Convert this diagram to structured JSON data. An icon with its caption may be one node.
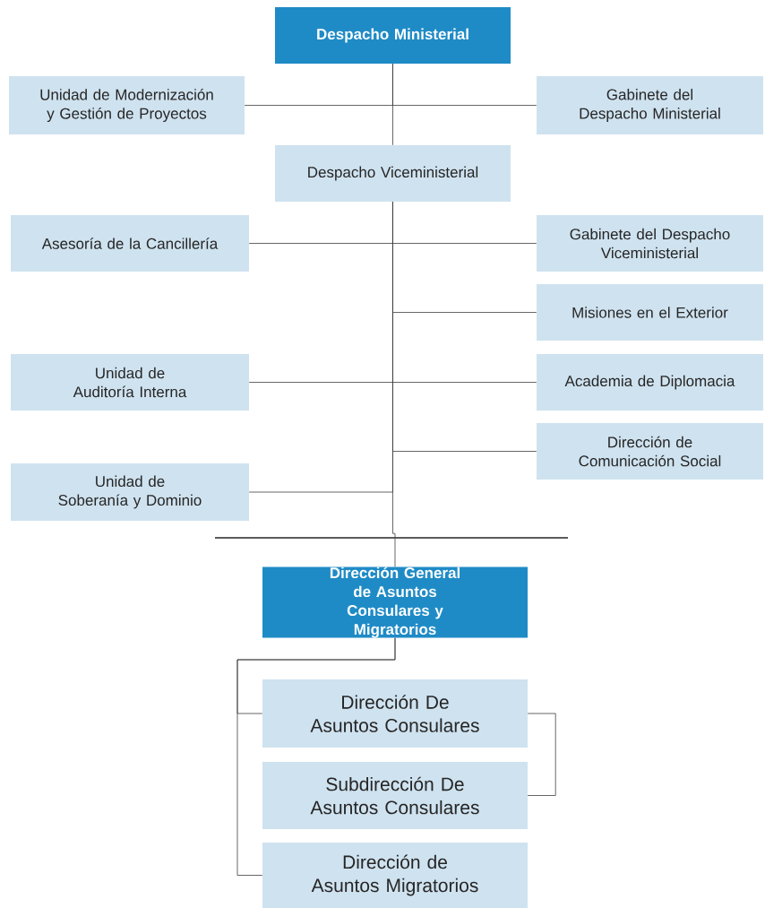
{
  "diagram": {
    "nodes": [
      {
        "text": [
          "Despacho Ministerial"
        ]
      },
      {
        "text": [
          "Unidad de Modernización y Gestión de Proyectos"
        ]
      },
      {
        "text": [
          "Gabinete del Despacho Ministerial"
        ]
      },
      {
        "text": [
          "Despacho Viceministerial"
        ]
      },
      {
        "text": [
          "Asesoría de la Cancillería"
        ]
      },
      {
        "text": [
          "Gabinete del Despacho Viceministerial"
        ]
      },
      {
        "text": [
          "Misiones en el Exterior"
        ]
      },
      {
        "text": [
          "Unidad de Auditoría Interna"
        ]
      },
      {
        "text": [
          "Academia de Diplomacia"
        ]
      },
      {
        "text": [
          "Dirección de Comunicación Social"
        ]
      },
      {
        "text": [
          "Unidad de Soberanía y Dominio"
        ]
      },
      {
        "text": [
          "Dirección General de Asuntos Consulares y Migratorios"
        ]
      },
      {
        "text": [
          "Dirección De Asuntos Consulares"
        ]
      },
      {
        "text": [
          "Subdirección De Asuntos Consulares"
        ]
      },
      {
        "text": [
          "Dirección de Asuntos Migratorios"
        ]
      }
    ],
    "edges": [
      {
        "from": 0,
        "to": 3,
        "arrow": "none"
      },
      {
        "from": 0,
        "to": 1,
        "arrow": "none"
      },
      {
        "from": 0,
        "to": 2,
        "arrow": "none"
      },
      {
        "from": 3,
        "to": 4,
        "arrow": "none"
      },
      {
        "from": 3,
        "to": 5,
        "arrow": "none"
      },
      {
        "from": 3,
        "to": 6,
        "arrow": "none"
      },
      {
        "from": 3,
        "to": 7,
        "arrow": "none"
      },
      {
        "from": 3,
        "to": 8,
        "arrow": "none"
      },
      {
        "from": 3,
        "to": 9,
        "arrow": "none"
      },
      {
        "from": 3,
        "to": 10,
        "arrow": "none"
      },
      {
        "from": 3,
        "to": 11,
        "arrow": "none"
      },
      {
        "from": 11,
        "to": 12,
        "arrow": "none"
      },
      {
        "from": 11,
        "to": 14,
        "arrow": "none"
      },
      {
        "from": 12,
        "to": 13,
        "arrow": "none"
      }
    ]
  }
}
